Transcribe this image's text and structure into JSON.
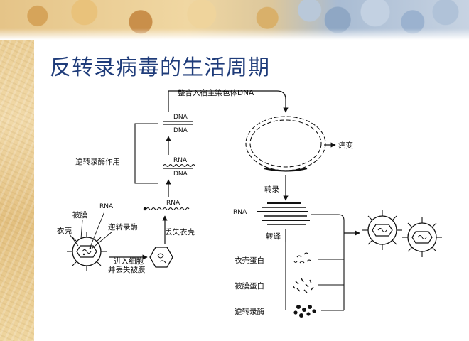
{
  "title": "反转录病毒的生活周期",
  "diagram": {
    "integrate_label": "整合入宿主染色体DNA",
    "dna_top": "DNA",
    "dna_bottom": "DNA",
    "rna_hybrid_top": "RNA",
    "dna_hybrid_bottom": "DNA",
    "rna_strand": "RNA",
    "rt_action": "逆转录酶作用",
    "lose_capsid": "丢失衣壳",
    "virion_rna": "RNA",
    "envelope": "被膜",
    "capsid": "衣壳",
    "reverse_transcriptase": "逆转录酶",
    "enter_cell_line1": "进入细胞",
    "enter_cell_line2": "并丢失被膜",
    "cancer": "癌变",
    "transcription": "转录",
    "rna_right": "RNA",
    "translation": "转译",
    "capsid_protein": "衣壳蛋白",
    "envelope_protein": "被膜蛋白",
    "rt_enzyme": "逆转录酶"
  }
}
